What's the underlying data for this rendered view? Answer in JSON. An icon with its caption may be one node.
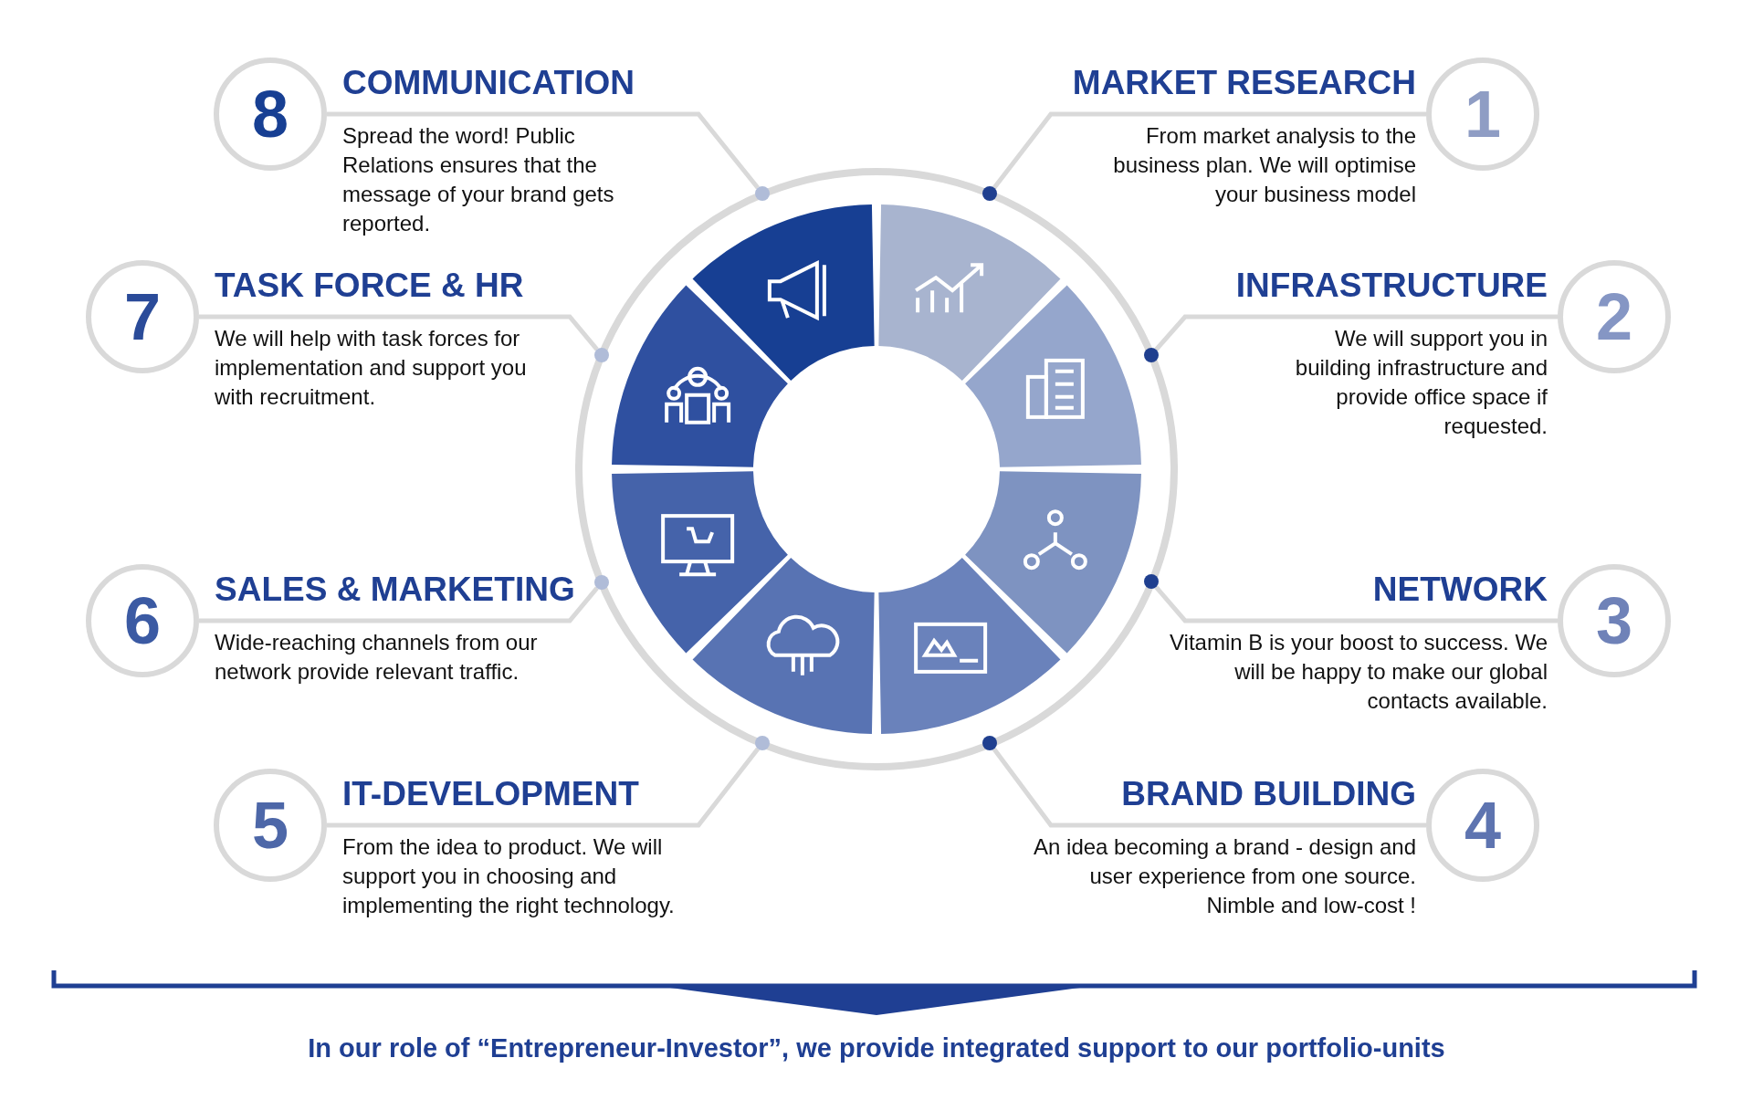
{
  "diagram": {
    "caption": "In our role of “Entrepreneur-Investor”, we provide integrated support to our portfolio-units",
    "nodes": [
      {
        "text": [
          "1"
        ],
        "beside": [
          "MARKET RESEARCH",
          "From market analysis to the business plan. We will optimise your business model"
        ]
      },
      {
        "text": [
          "2"
        ],
        "beside": [
          "INFRASTRUCTURE",
          "We will support you in building infrastructure and provide office space if requested."
        ]
      },
      {
        "text": [
          "3"
        ],
        "beside": [
          "NETWORK",
          "Vitamin B is your boost to success. We will be happy to make our global contacts available."
        ]
      },
      {
        "text": [
          "4"
        ],
        "beside": [
          "BRAND BUILDING",
          "An idea becoming a brand - design and user experience from one source. Nimble and low-cost !"
        ]
      },
      {
        "text": [
          "5"
        ],
        "beside": [
          "IT-DEVELOPMENT",
          "From the idea to product. We will support you in choosing and implementing the right technology."
        ]
      },
      {
        "text": [
          "6"
        ],
        "beside": [
          "SALES & MARKETING",
          "Wide-reaching channels from our network provide relevant traffic."
        ]
      },
      {
        "text": [
          "7"
        ],
        "beside": [
          "TASK FORCE & HR",
          "We will help with task forces for implementation and support you with recruitment."
        ]
      },
      {
        "text": [
          "8"
        ],
        "beside": [
          "COMMUNICATION",
          "Spread the word! Public Relations ensures that the message of your brand gets reported."
        ]
      },
      {
        "text": [],
        "shape": "circle"
      },
      {
        "text": [],
        "shape": "circle"
      },
      {
        "text": [],
        "shape": "circle"
      },
      {
        "text": [],
        "shape": "circle"
      },
      {
        "text": [],
        "shape": "circle"
      },
      {
        "text": [],
        "shape": "circle"
      },
      {
        "text": [],
        "shape": "circle"
      },
      {
        "text": [],
        "shape": "circle"
      }
    ],
    "edges": [
      {
        "from": 0,
        "to": 8,
        "arrow": "none"
      },
      {
        "from": 1,
        "to": 9,
        "arrow": "none"
      },
      {
        "from": 2,
        "to": 10,
        "arrow": "none"
      },
      {
        "from": 3,
        "to": 11,
        "arrow": "none"
      },
      {
        "from": 4,
        "to": 12,
        "arrow": "none"
      },
      {
        "from": 5,
        "to": 13,
        "arrow": "none"
      },
      {
        "from": 6,
        "to": 14,
        "arrow": "none"
      },
      {
        "from": 7,
        "to": 15,
        "arrow": "none"
      }
    ]
  }
}
